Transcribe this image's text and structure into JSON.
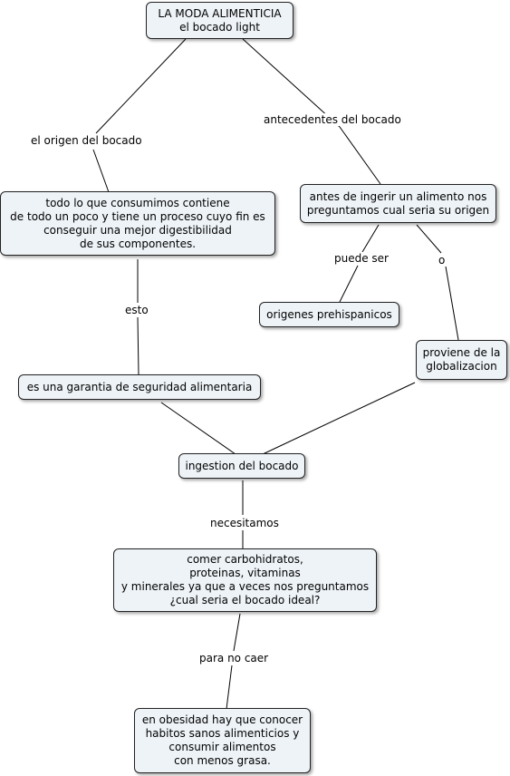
{
  "nodes": {
    "root": "LA MODA ALIMENTICIA\nel bocado light",
    "origen_desc": "todo lo que consumimos contiene\nde todo un poco y tiene un proceso cuyo fin es\nconseguir una mejor digestibilidad\nde sus componentes.",
    "antes_ingerir": "antes de ingerir un alimento nos\npreguntamos cual seria su origen",
    "origenes_prehispanicos": "origenes prehispanicos",
    "globalizacion": "proviene de la\nglobalizacion",
    "garantia": "es una garantia de seguridad alimentaria",
    "ingestion": "ingestion del bocado",
    "comer": "comer carbohidratos,\nproteinas, vitaminas\ny minerales ya que a veces nos preguntamos\n¿cual seria el bocado ideal?",
    "obesidad": "en obesidad hay que conocer\nhabitos sanos alimenticios y\nconsumir alimentos\ncon menos grasa."
  },
  "links": {
    "origen": "el origen del bocado",
    "antecedentes": "antecedentes del bocado",
    "esto": "esto",
    "puede_ser": "puede ser",
    "o": "o",
    "necesitamos": "necesitamos",
    "para_no_caer": "para no caer"
  },
  "colors": {
    "node_fill": "#eef3f7",
    "node_border": "#222222",
    "line": "#000000"
  }
}
